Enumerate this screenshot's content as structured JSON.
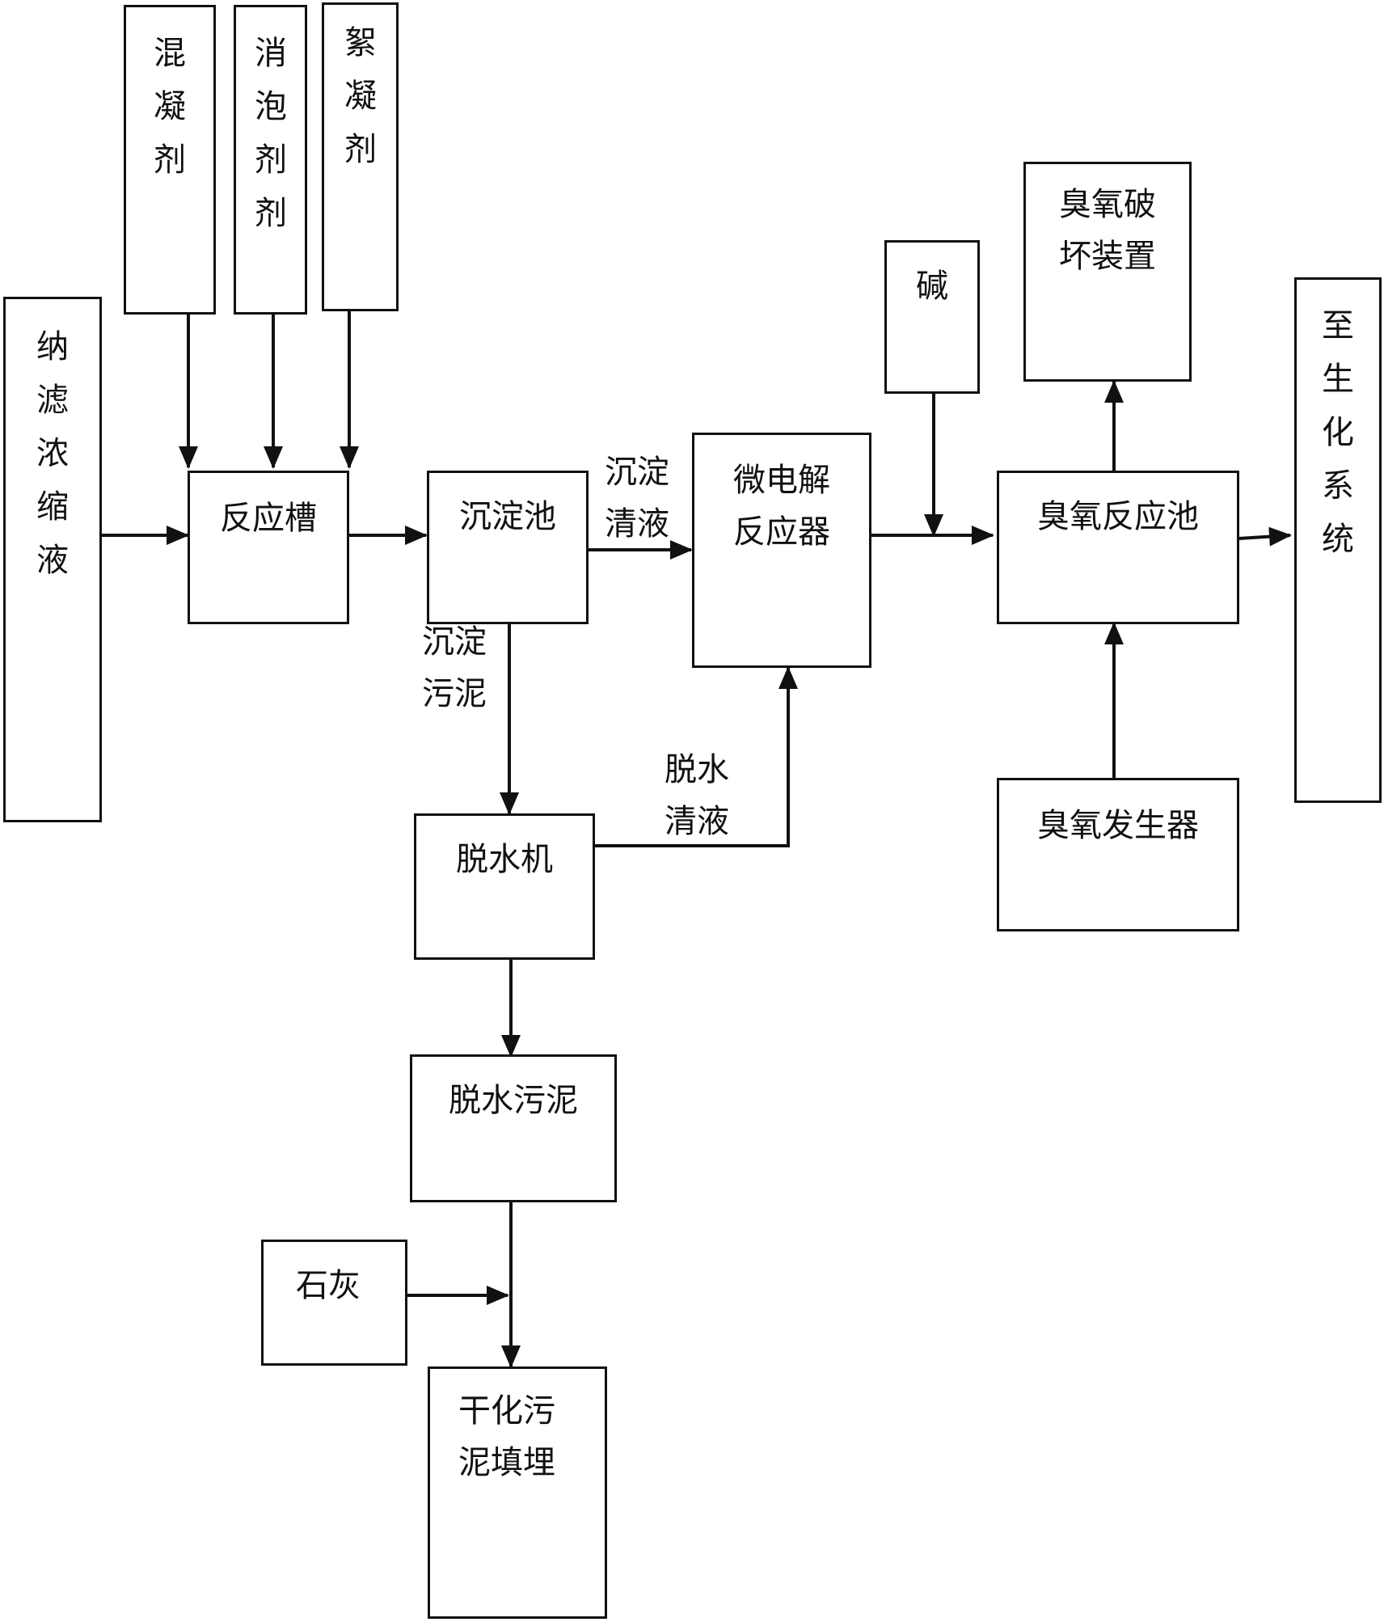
{
  "nodes": {
    "nanofiltration_concentrate": "纳\n滤\n浓\n缩\n液",
    "coagulant": "混\n凝\n剂",
    "defoamer": "消\n泡\n剂\n剂",
    "flocculant": "絮\n凝\n剂",
    "reaction_tank": "反应槽",
    "sedimentation_tank": "沉淀池",
    "micro_electrolysis_reactor": "微电解\n反应器",
    "alkali": "碱",
    "ozone_destruction_device": "臭氧破\n坏装置",
    "ozone_reaction_tank": "臭氧反应池",
    "to_biochemical_system": "至\n生\n化\n系\n统",
    "ozone_generator": "臭氧发生器",
    "dewatering_machine": "脱水机",
    "dewatered_sludge": "脱水污泥",
    "lime": "石灰",
    "dried_sludge_landfill": "干化污\n泥填埋"
  },
  "connector_labels": {
    "settled_supernatant": "沉淀\n清液",
    "settled_sludge": "沉淀\n污泥",
    "dewatering_filtrate": "脱水\n清液"
  },
  "colors": {
    "line": "#111111",
    "background": "#ffffff"
  }
}
